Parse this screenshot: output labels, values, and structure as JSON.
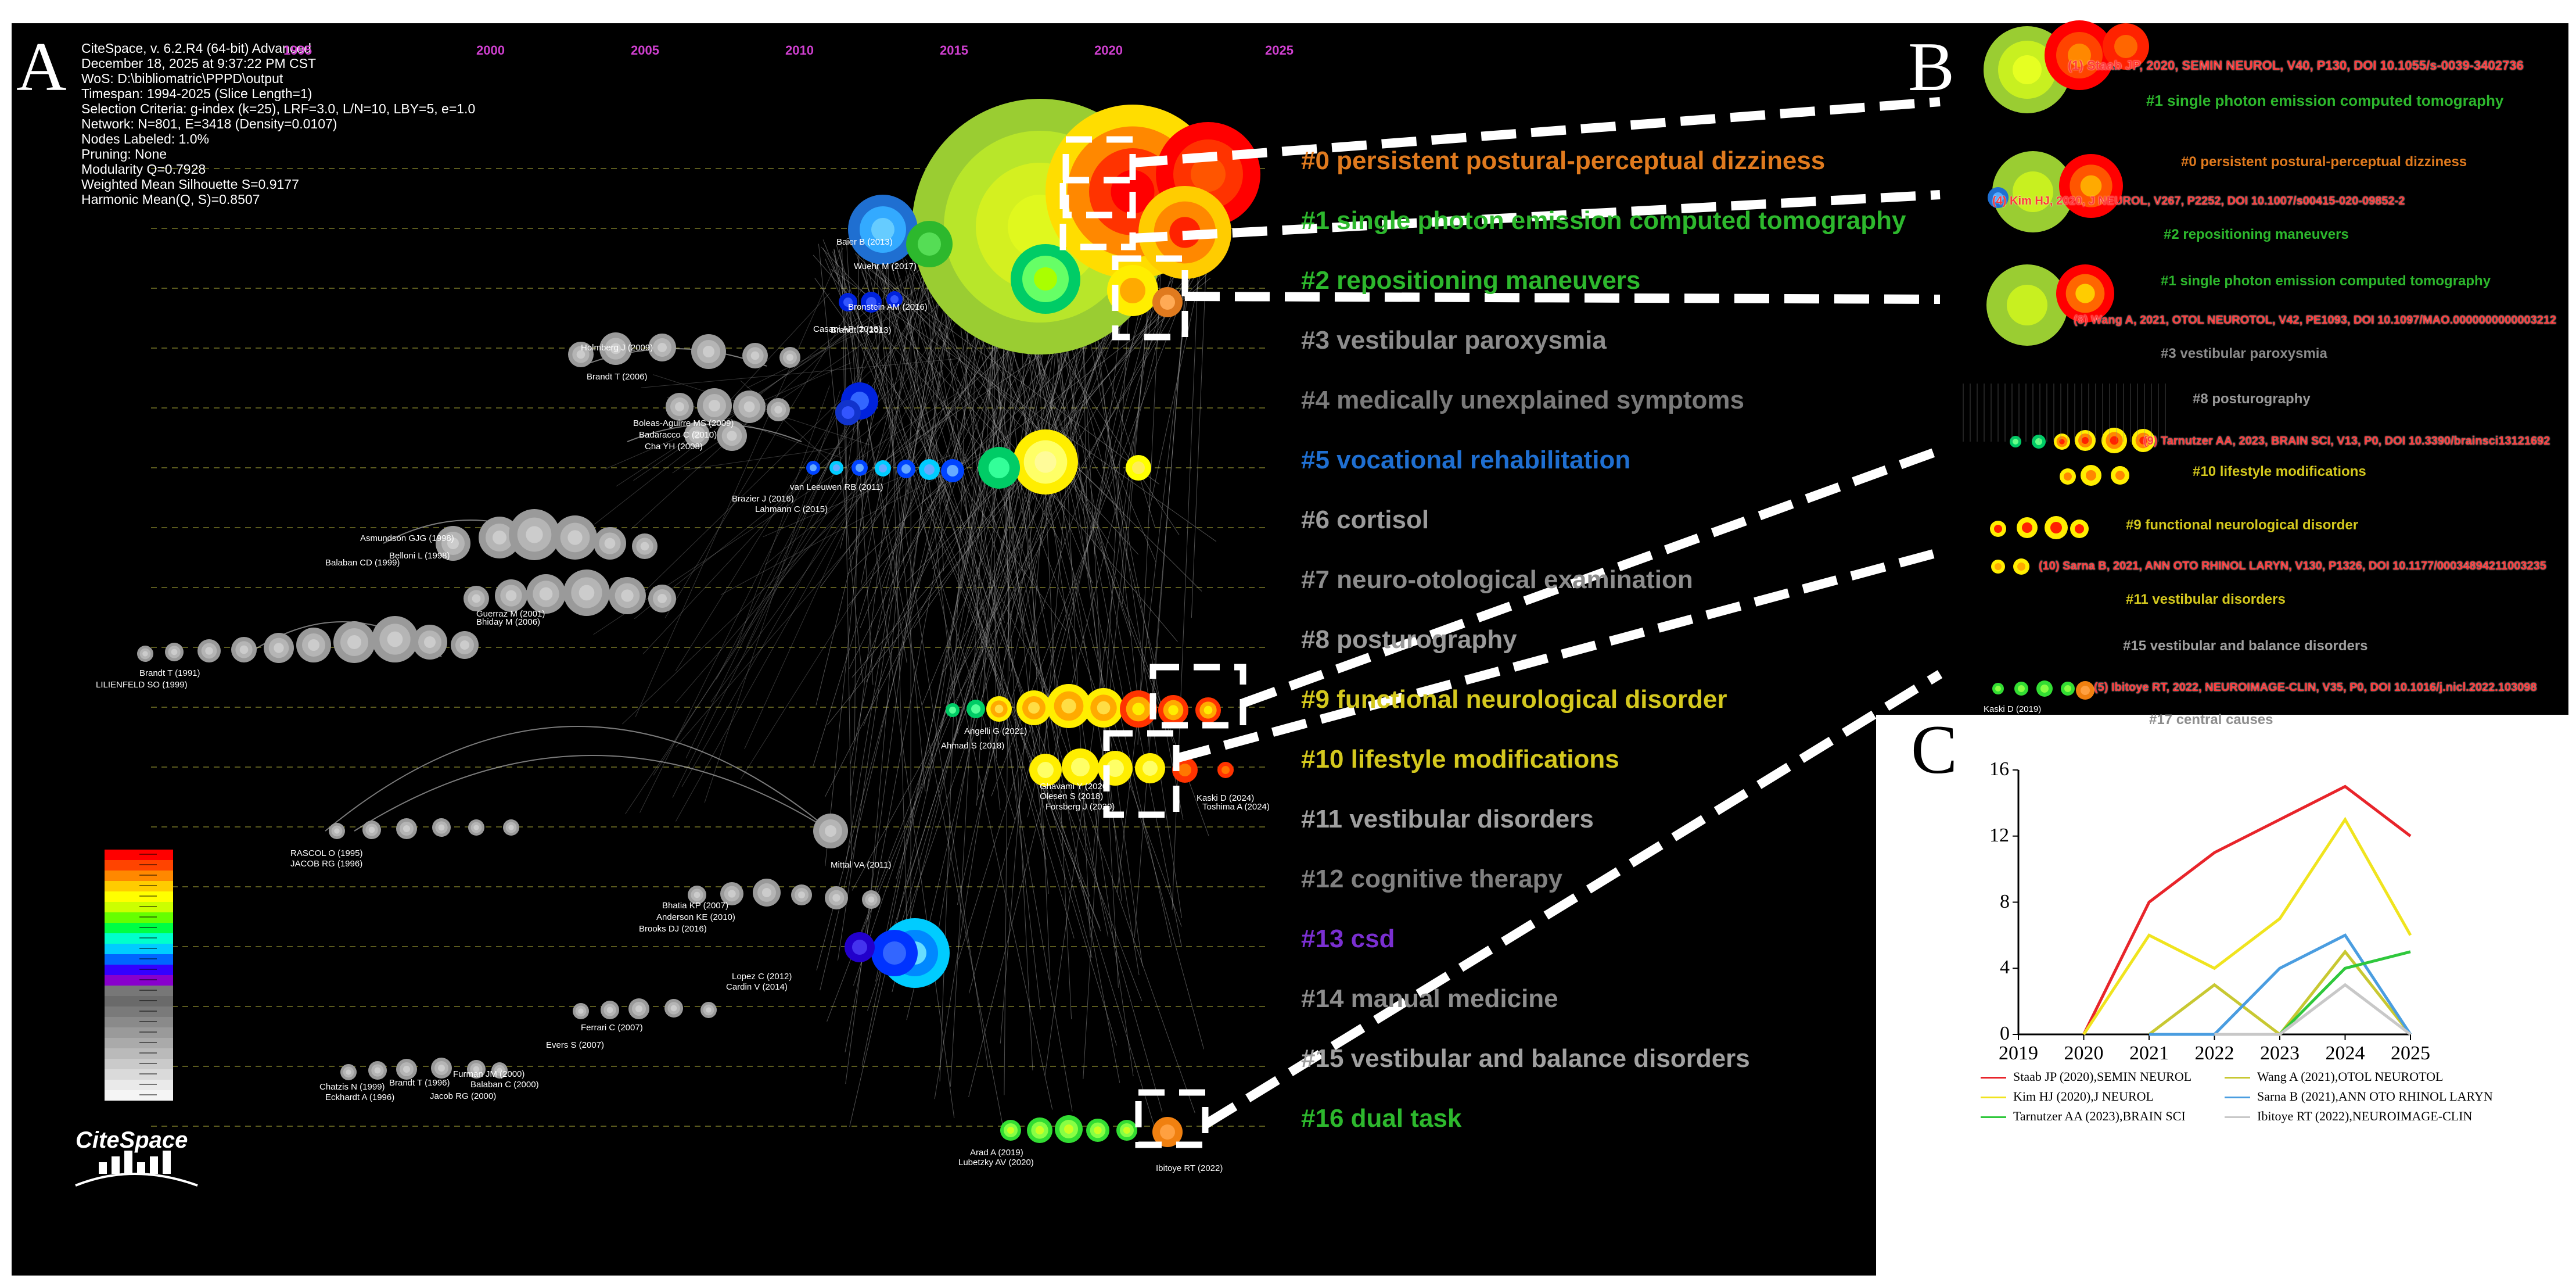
{
  "panels": {
    "a": "A",
    "b": "B",
    "c": "C"
  },
  "info_lines": [
    "CiteSpace, v. 6.2.R4 (64-bit) Advanced",
    "December 18, 2025 at 9:37:22 PM CST",
    "WoS: D:\\bibliomatric\\PPPD\\output",
    "Timespan: 1994-2025 (Slice Length=1)",
    "Selection Criteria: g-index (k=25), LRF=3.0, L/N=10, LBY=5, e=1.0",
    "Network: N=801, E=3418 (Density=0.0107)",
    "Nodes Labeled: 1.0%",
    "Pruning: None",
    "Modularity Q=0.7928",
    "Weighted Mean Silhouette S=0.9177",
    "Harmonic Mean(Q, S)=0.8507"
  ],
  "timeline_years": [
    "1995",
    "2000",
    "2005",
    "2010",
    "2015",
    "2020",
    "2025"
  ],
  "clusters": [
    {
      "label": "#0 persistent postural-perceptual dizziness",
      "color": "#e07a1e"
    },
    {
      "label": "#1 single photon emission computed tomography",
      "color": "#2db82d"
    },
    {
      "label": "#2 repositioning maneuvers",
      "color": "#2db82d"
    },
    {
      "label": "#3 vestibular paroxysmia",
      "color": "#8c8c8c"
    },
    {
      "label": "#4 medically unexplained symptoms",
      "color": "#7a7a7a"
    },
    {
      "label": "#5 vocational rehabilitation",
      "color": "#1f6fd1"
    },
    {
      "label": "#6 cortisol",
      "color": "#9a9a9a"
    },
    {
      "label": "#7 neuro-otological examination",
      "color": "#8c8c8c"
    },
    {
      "label": "#8 posturography",
      "color": "#9a9a9a"
    },
    {
      "label": "#9 functional neurological disorder",
      "color": "#d4c81e"
    },
    {
      "label": "#10 lifestyle modifications",
      "color": "#d4c81e"
    },
    {
      "label": "#11 vestibular disorders",
      "color": "#a0a0a0"
    },
    {
      "label": "#12 cognitive therapy",
      "color": "#808080"
    },
    {
      "label": "#13 csd",
      "color": "#7a2fd1"
    },
    {
      "label": "#14 manual medicine",
      "color": "#8c8c8c"
    },
    {
      "label": "#15 vestibular and balance disorders",
      "color": "#a0a0a0"
    },
    {
      "label": "#16 dual task",
      "color": "#2db82d"
    }
  ],
  "node_labels": [
    "Staab JP (2020)",
    "Kim HJ (2020)",
    "Wang A (2021)",
    "Tarnutzer AA (2023)",
    "Sarna B (2021)",
    "Ibitoye RT (2022)",
    "Kaski D (2019)",
    "Mittal VA (2011)",
    "Brandt T (1991)",
    "LILIENFELD SO (1999)",
    "RASCOL O (1995)",
    "JACOB RG (1996)",
    "Bhatia KP (2007)",
    "Anderson KE (2010)",
    "Brooks DJ (2016)",
    "Cardin V (2014)",
    "Lopez C (2012)",
    "Bhiday M (2006)",
    "Guerraz M (2001)",
    "Balaban CD (1999)",
    "Belloni L (1998)",
    "Asmundson GJG (1998)",
    "Holmberg J (2009)",
    "Brandt T (2006)",
    "Boleas-Aguirre MS (2009)",
    "Badaracco C (2010)",
    "Cha YH (2008)",
    "van Leeuwen RB (2011)",
    "Brazier J (2016)",
    "Lahmann C (2015)",
    "Baier B (2013)",
    "Bronstein AM (2016)",
    "Casani AP (2018)",
    "Wuehr M (2017)",
    "Angelli G (2021)",
    "Ahmad S (2018)",
    "Ghavami Y (2020)",
    "Olesen S (2018)",
    "Forsberg J (2020)",
    "Kaski D (2024)",
    "Toshima A (2024)",
    "Arad A (2019)",
    "Lubetzky AV (2020)",
    "Ibitoye RT (2022)",
    "Eckhardt A (1996)",
    "Chatzis N (1999)",
    "Brandt T (1996)",
    "Evers S (2007)",
    "Ferrari C (2007)",
    "Furman JM (2000)",
    "Balaban C (2000)",
    "Jacob RG (2000)",
    "Brandt T (2013)",
    "Kaski D (2019)"
  ],
  "mini_panels": [
    {
      "ref": "(1) Staab JP, 2020, SEMIN NEUROL, V40, P130, DOI 10.1055/s-0039-3402736",
      "cluster": "#1 single photon emission computed tomography",
      "ref_color": "#ff3a3a",
      "cluster_color": "#2db82d"
    },
    {
      "ref": "(4) Kim HJ, 2020, J NEUROL, V267, P2252, DOI 10.1007/s00415-020-09852-2",
      "cluster": "#0 persistent postural-perceptual dizziness",
      "cluster2": "#1 single photon emission computed tomography",
      "cluster3": "#2 repositioning maneuvers",
      "ref_color": "#ff3a3a",
      "cluster_color": "#e07a1e"
    },
    {
      "ref": "(8) Wang A, 2021, OTOL NEUROTOL, V42, PE1093, DOI 10.1097/MAO.0000000000003212",
      "cluster": "#1 single photon emission computed tomography",
      "cluster2": "#3 vestibular paroxysmia",
      "ref_color": "#ff3a3a",
      "cluster_color": "#2db82d"
    },
    {
      "ref": "(9) Tarnutzer AA, 2023, BRAIN SCI, V13, P0, DOI 10.3390/brainsci13121692",
      "cluster": "#8 posturography",
      "cluster2": "#10 lifestyle modifications",
      "cluster3": "#9 functional neurological disorder",
      "ref_color": "#ff3a3a",
      "cluster_color": "#d4c81e"
    },
    {
      "ref": "(10) Sarna B, 2021, ANN OTO RHINOL LARYN, V130, P1326, DOI 10.1177/00034894211003235",
      "cluster": "#11 vestibular disorders",
      "ref_color": "#ff3a3a",
      "cluster_color": "#d4c81e"
    },
    {
      "ref": "(5) Ibitoye RT, 2022, NEUROIMAGE-CLIN, V35, P0, DOI 10.1016/j.nicl.2022.103098",
      "cluster": "#15 vestibular and balance disorders",
      "cluster2": "#17 central causes",
      "node": "Kaski D (2019)",
      "ref_color": "#ff3a3a",
      "cluster_color": "#a0a0a0"
    }
  ],
  "logo": {
    "text": "CiteSpace"
  },
  "chart_data": {
    "type": "line",
    "title": "",
    "xlabel": "",
    "ylabel": "",
    "x": [
      2019,
      2020,
      2021,
      2022,
      2023,
      2024,
      2025
    ],
    "xlim": [
      2019,
      2025
    ],
    "ylim": [
      0,
      16
    ],
    "yticks": [
      0,
      4,
      8,
      12,
      16
    ],
    "grid": false,
    "legend_position": "bottom",
    "series": [
      {
        "name": "Staab JP (2020),SEMIN NEUROL",
        "color": "#e8242a",
        "points": [
          [
            2020,
            0
          ],
          [
            2021,
            8
          ],
          [
            2022,
            11
          ],
          [
            2023,
            13
          ],
          [
            2024,
            15
          ],
          [
            2025,
            12
          ]
        ]
      },
      {
        "name": "Wang A (2021),OTOL NEUROTOL",
        "color": "#c8c832",
        "points": [
          [
            2021,
            0
          ],
          [
            2022,
            3
          ],
          [
            2023,
            0
          ],
          [
            2024,
            5
          ],
          [
            2025,
            0
          ]
        ]
      },
      {
        "name": "Kim HJ (2020),J NEUROL",
        "color": "#f0e41e",
        "points": [
          [
            2020,
            0
          ],
          [
            2021,
            6
          ],
          [
            2022,
            4
          ],
          [
            2023,
            7
          ],
          [
            2024,
            13
          ],
          [
            2025,
            6
          ]
        ]
      },
      {
        "name": "Sarna B (2021),ANN OTO RHINOL LARYN",
        "color": "#4a9de0",
        "points": [
          [
            2021,
            0
          ],
          [
            2022,
            0
          ],
          [
            2023,
            4
          ],
          [
            2024,
            6
          ],
          [
            2025,
            0
          ]
        ]
      },
      {
        "name": "Tarnutzer AA (2023),BRAIN SCI",
        "color": "#2fc83c",
        "points": [
          [
            2023,
            0
          ],
          [
            2024,
            4
          ],
          [
            2025,
            5
          ]
        ]
      },
      {
        "name": "Ibitoye RT (2022),NEUROIMAGE-CLIN",
        "color": "#c8c8c8",
        "points": [
          [
            2022,
            0
          ],
          [
            2023,
            0
          ],
          [
            2024,
            3
          ],
          [
            2025,
            0
          ]
        ]
      }
    ]
  }
}
